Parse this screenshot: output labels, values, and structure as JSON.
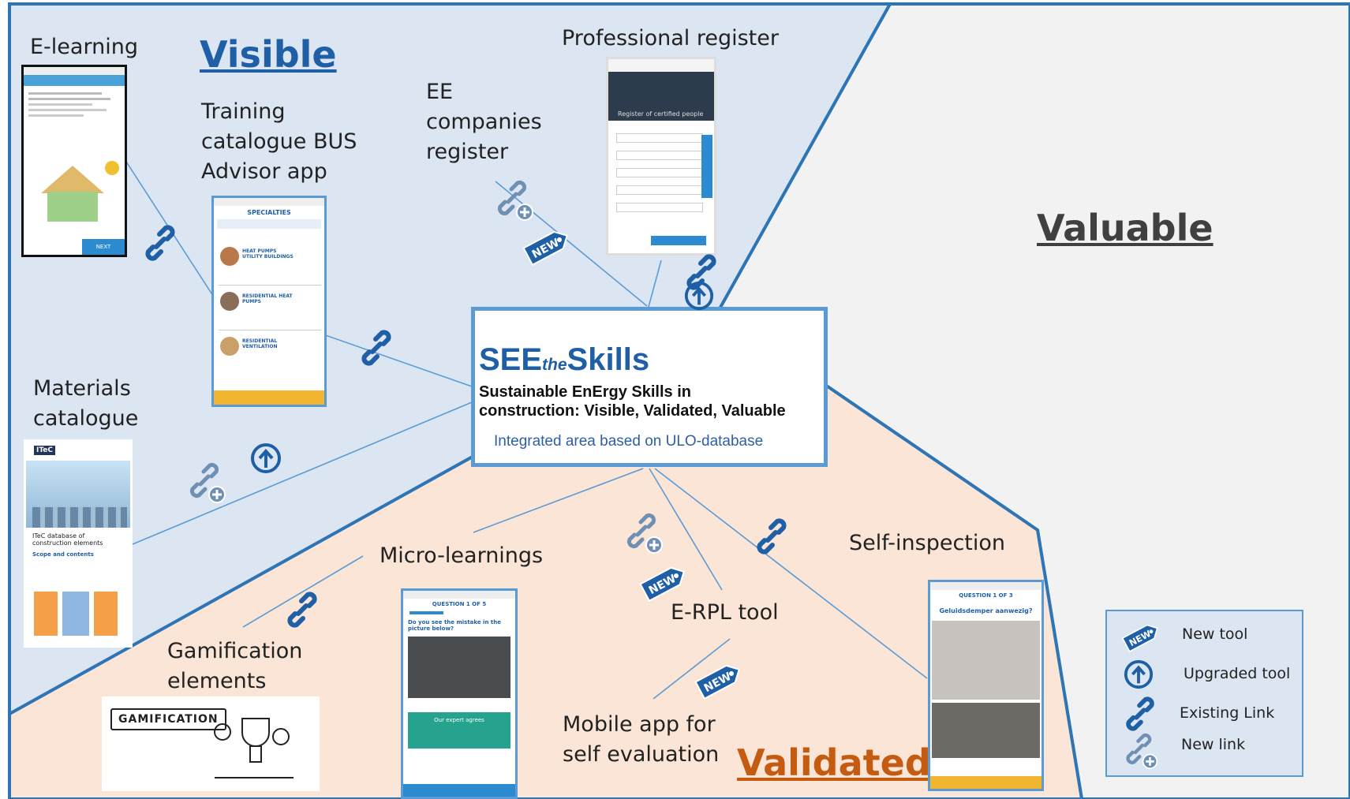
{
  "colors": {
    "visible_zone": "#dce6f2",
    "validated_zone": "#fbe5d6",
    "valuable_zone": "#f2f2f2",
    "accent_blue": "#1f5fa6",
    "border_blue": "#2e75b6",
    "validated_orange": "#c55a11"
  },
  "zones": {
    "visible": "Visible",
    "valuable": "Valuable",
    "validated": "Validated"
  },
  "central": {
    "see": "SEE",
    "the": "the",
    "skills": "Skills",
    "line1": "Sustainable EnErgy Skills in",
    "line2": "construction: Visible, Validated, Valuable",
    "sub": "Integrated area based on ULO-database"
  },
  "tools": {
    "elearning": "E-learning",
    "training": "Training\ncatalogue BUS\nAdvisor app",
    "ee_register": "EE\ncompanies\nregister",
    "professional_register": "Professional register",
    "materials": "Materials\ncatalogue",
    "micro": "Micro-learnings",
    "gamification": "Gamification\nelements",
    "erpl": "E-RPL tool",
    "mobile": "Mobile app for\nself evaluation",
    "selfinspection": "Self-inspection"
  },
  "legend": {
    "new_tool": "New tool",
    "upgraded_tool": "Upgraded tool",
    "existing_link": "Existing Link",
    "new_link": "New link"
  },
  "badge_text": "NEW",
  "screens": {
    "specialties_title": "SPECIALTIES",
    "specialties_items": [
      "HEAT PUMPS UTILITY BUILDINGS",
      "RESIDENTIAL HEAT PUMPS",
      "RESIDENTIAL VENTILATION"
    ],
    "register_heading": "Register of certified people",
    "itec_logo": "ITeC",
    "itec_title": "ITeC database of construction elements",
    "itec_sub": "Scope and contents",
    "micro_question": "Do you see the mistake in the picture below?",
    "micro_header": "QUESTION 1 OF 5",
    "micro_feedback": "Our expert agrees",
    "gamification_word": "GAMIFICATION",
    "selfinsp_header": "QUESTION 1 OF 3",
    "selfinsp_question": "Geluidsdemper aanwezig?",
    "elearning_next": "NEXT"
  },
  "icons": [
    "new-badge-icon",
    "upgrade-arrow-icon",
    "existing-link-icon",
    "new-link-icon"
  ]
}
